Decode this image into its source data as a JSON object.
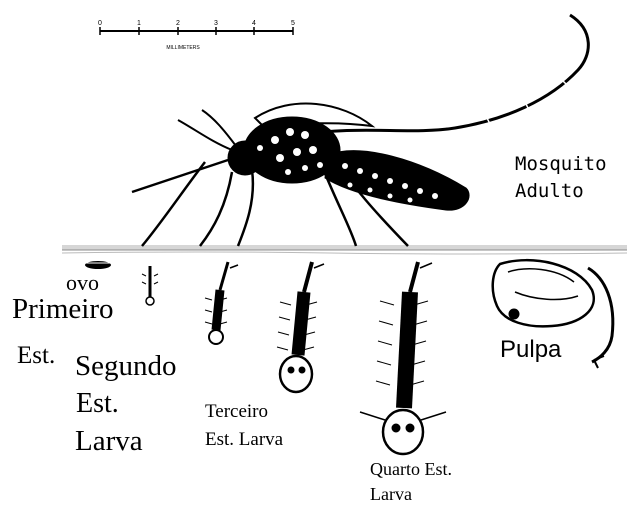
{
  "scale_bar": {
    "ticks": [
      "0",
      "1",
      "2",
      "3",
      "4",
      "5"
    ],
    "caption": "MILLIMETERS"
  },
  "labels": {
    "adult_line1": "Mosquito",
    "adult_line2": "Adulto",
    "egg": "ovo",
    "first_line1": "Primeiro",
    "first_line2": "Est.",
    "second_line1": "Segundo",
    "second_line2": "Est.",
    "second_line3": "Larva",
    "third_line1": "Terceiro",
    "third_line2": "Est. Larva",
    "fourth_line1": "Quarto Est.",
    "fourth_line2": "Larva",
    "pupa": "Pulpa"
  },
  "colors": {
    "ink": "#000000",
    "water": "#c8c8c8",
    "background": "#ffffff"
  }
}
